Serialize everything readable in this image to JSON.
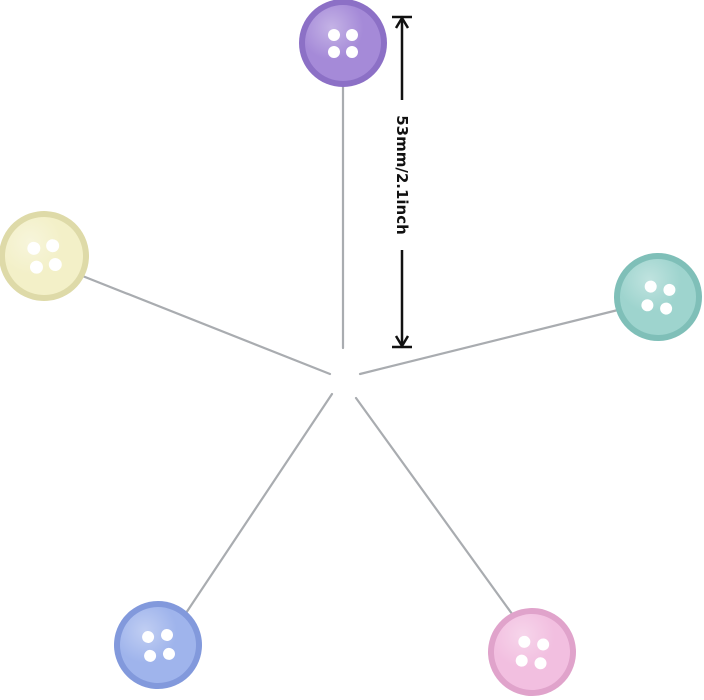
{
  "measurement": {
    "label": "53mm/2.1inch"
  },
  "colors": {
    "background": "#ffffff",
    "pin_shaft": "#a9acb0",
    "dimension_line": "#111111"
  },
  "pins": [
    {
      "name": "purple",
      "head_color": "#a58ad8",
      "head_shadow": "#8c70c6"
    },
    {
      "name": "cream",
      "head_color": "#f3f0c8",
      "head_shadow": "#dedaa8"
    },
    {
      "name": "mint",
      "head_color": "#9ed4ce",
      "head_shadow": "#7fbfb8"
    },
    {
      "name": "blue",
      "head_color": "#9fb4ec",
      "head_shadow": "#8299dc"
    },
    {
      "name": "pink",
      "head_color": "#f2bfe0",
      "head_shadow": "#e0a3cb"
    }
  ]
}
